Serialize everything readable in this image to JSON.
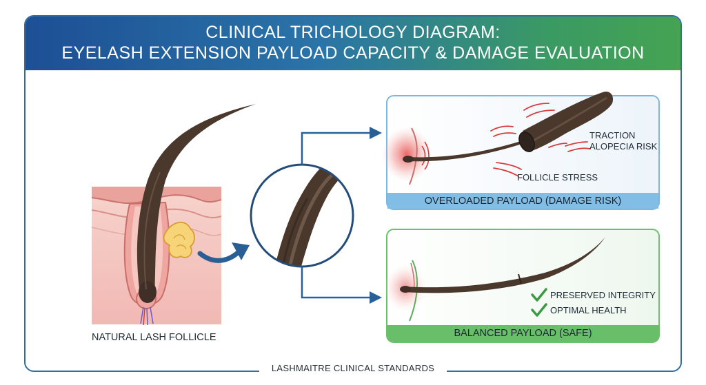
{
  "header": {
    "title_line1": "CLINICAL TRICHOLOGY DIAGRAM:",
    "title_line2": "EYELASH EXTENSION PAYLOAD CAPACITY & DAMAGE EVALUATION"
  },
  "follicle": {
    "label": "NATURAL LASH FOLLICLE"
  },
  "overloaded": {
    "label": "OVERLOADED PAYLOAD (DAMAGE RISK)",
    "callout_traction_line1": "TRACTION",
    "callout_traction_line2": "ALOPECIA RISK",
    "callout_stress": "FOLLICLE STRESS"
  },
  "balanced": {
    "label": "BALANCED PAYLOAD (SAFE)",
    "check1": "PRESERVED INTEGRITY",
    "check2": "OPTIMAL HEALTH"
  },
  "footer": {
    "text": "LASHMAITRE CLINICAL STANDARDS"
  },
  "colors": {
    "header_start": "#1d4f95",
    "header_end": "#45a352",
    "overloaded_panel": "#7ab8e0",
    "balanced_panel": "#6cc06c",
    "lash": "#4a382c",
    "skin": "#f3c1bd",
    "danger": "#d93a3a",
    "check": "#3a9b43"
  },
  "icons": [
    "check-icon",
    "arrow-right-icon",
    "curved-arrow-icon",
    "magnifier-circle"
  ]
}
